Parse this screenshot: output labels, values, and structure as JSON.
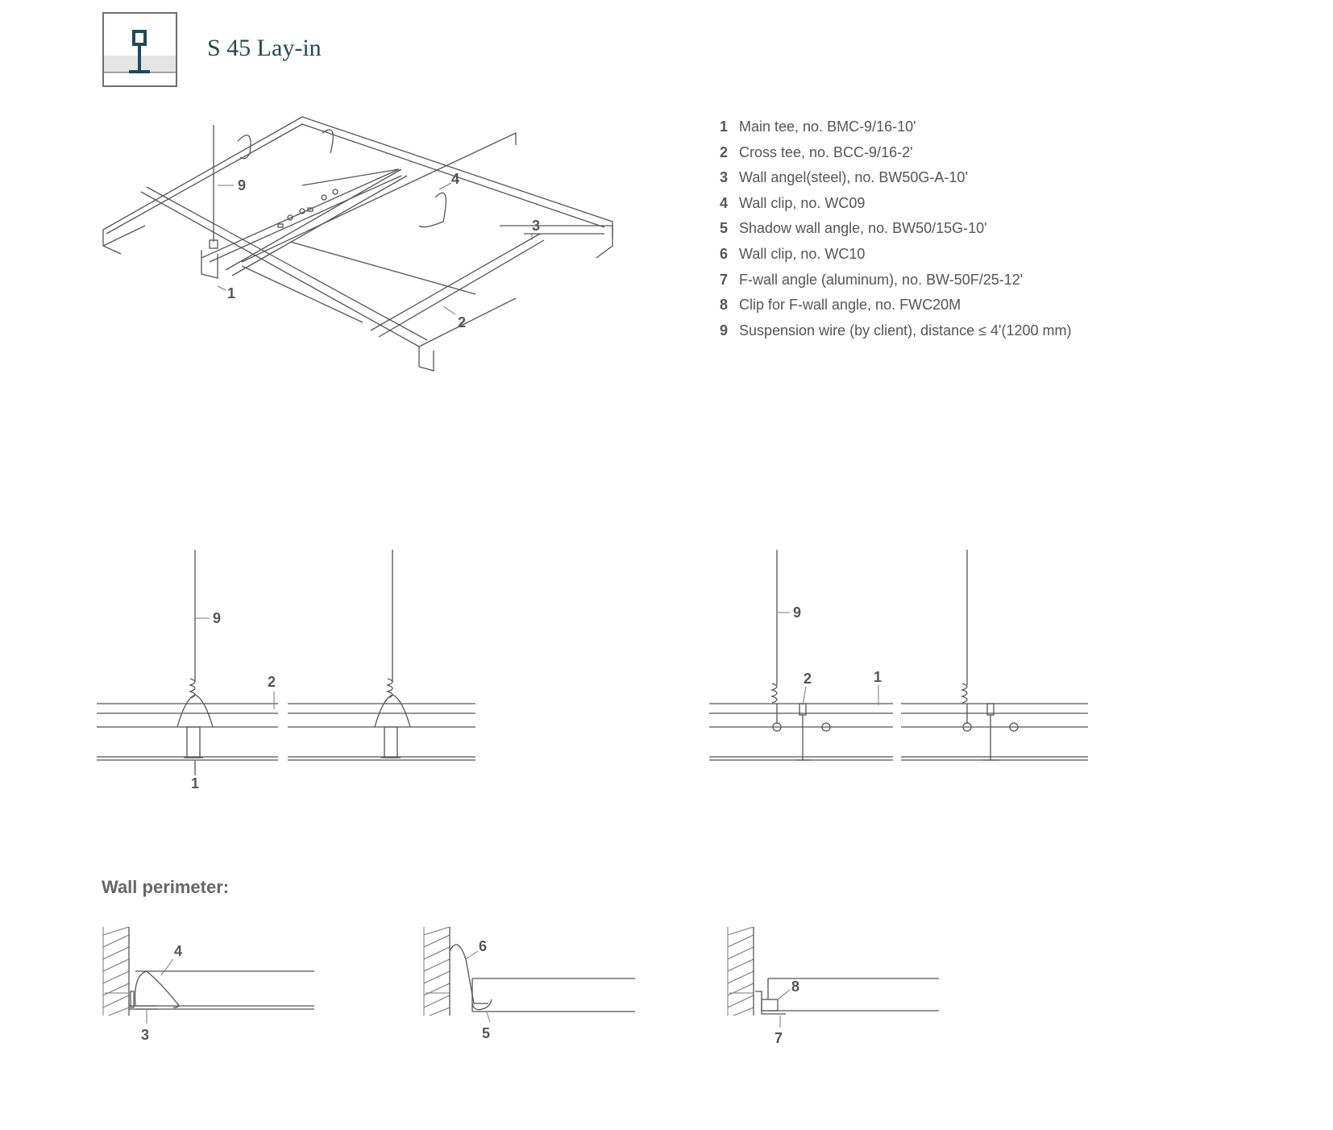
{
  "header": {
    "title": "S 45 Lay-in",
    "brand_color": "#1f4b57"
  },
  "legend": [
    {
      "num": "1",
      "text": "Main tee, no. BMC-9/16-10'"
    },
    {
      "num": "2",
      "text": "Cross tee, no. BCC-9/16-2'"
    },
    {
      "num": "3",
      "text": "Wall angel(steel), no. BW50G-A-10'"
    },
    {
      "num": "4",
      "text": "Wall clip, no. WC09"
    },
    {
      "num": "5",
      "text": "Shadow wall angle, no. BW50/15G-10'"
    },
    {
      "num": "6",
      "text": "Wall clip, no. WC10"
    },
    {
      "num": "7",
      "text": "F-wall angle (aluminum), no. BW-50F/25-12'"
    },
    {
      "num": "8",
      "text": "Clip for F-wall angle, no. FWC20M"
    },
    {
      "num": "9",
      "text": "Suspension wire (by client), distance ≤ 4'(1200 mm)"
    }
  ],
  "callouts": {
    "iso": [
      "9",
      "4",
      "3",
      "1",
      "2"
    ],
    "section_a": [
      "9",
      "2",
      "1"
    ],
    "section_b": [
      "9",
      "2",
      "1"
    ],
    "wall1": [
      "4",
      "3"
    ],
    "wall2": [
      "6",
      "5"
    ],
    "wall3": [
      "8",
      "7"
    ]
  },
  "wall_perimeter": {
    "title": "Wall perimeter:"
  }
}
